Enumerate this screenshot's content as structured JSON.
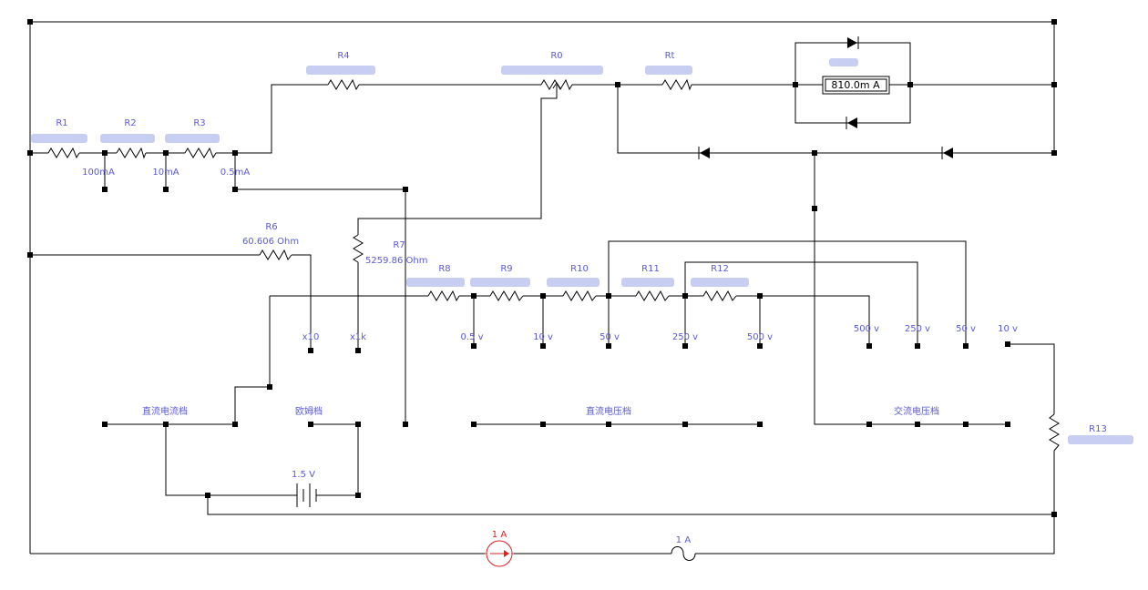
{
  "components": {
    "R1": {
      "name": "R1"
    },
    "R2": {
      "name": "R2"
    },
    "R3": {
      "name": "R3"
    },
    "R4": {
      "name": "R4"
    },
    "R0": {
      "name": "R0"
    },
    "Rt": {
      "name": "Rt"
    },
    "R6": {
      "name": "R6",
      "value": "60.606  Ohm"
    },
    "R7": {
      "name": "R7",
      "value": "5259.86  Ohm"
    },
    "R8": {
      "name": "R8"
    },
    "R9": {
      "name": "R9"
    },
    "R10": {
      "name": "R10"
    },
    "R11": {
      "name": "R11"
    },
    "R12": {
      "name": "R12"
    },
    "R13": {
      "name": "R13"
    },
    "battery": {
      "value": "1.5 V"
    },
    "current_source": {
      "value": "1 A"
    },
    "fuse": {
      "value": "1 A"
    },
    "ammeter": {
      "reading": "810.0m A"
    }
  },
  "taps": {
    "current": [
      "100mA",
      "10mA",
      "0.5mA"
    ],
    "ohm": [
      "x10",
      "x1k"
    ],
    "dcv": [
      "0.5 v",
      "10 v",
      "50 v",
      "250 v",
      "500 v"
    ],
    "acv": [
      "500 v",
      "250 v",
      "50 v",
      "10 v"
    ]
  },
  "sections": {
    "dc_current": "直流电流档",
    "ohm": "欧姆档",
    "dc_voltage": "直流电压档",
    "ac_voltage": "交流电压档"
  },
  "colors": {
    "label": "#5a5ad2",
    "current_source": "#e02020",
    "wire": "#000000"
  }
}
